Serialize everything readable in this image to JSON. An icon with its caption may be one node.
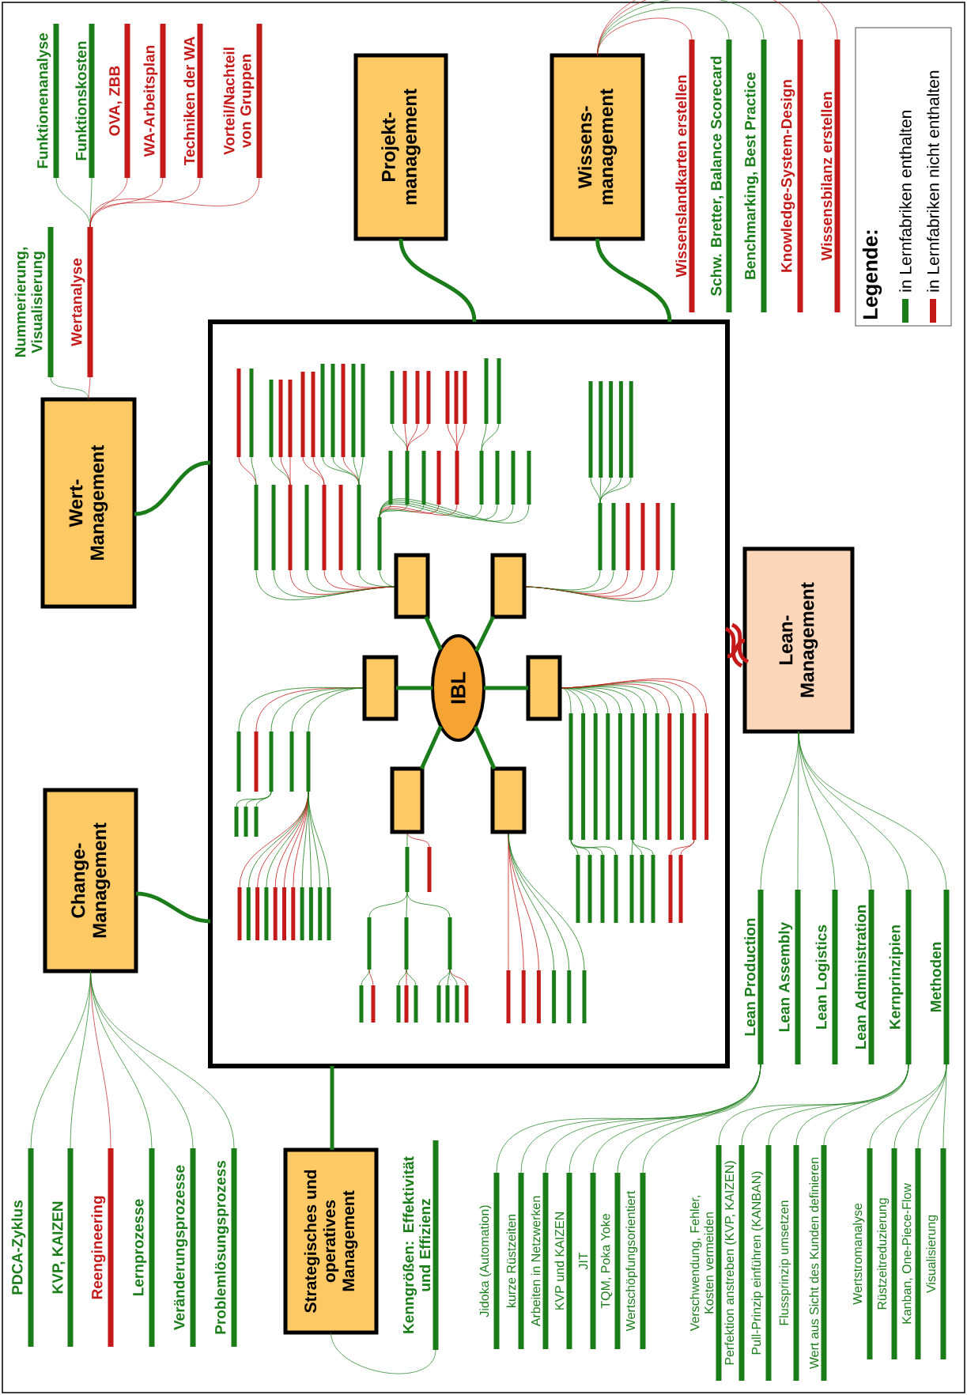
{
  "diagram": {
    "nodes": [
      {
        "text": [
          "Wert-Management"
        ]
      },
      {
        "text": [
          "Change-Management"
        ]
      },
      {
        "text": [
          "Projekt-management"
        ]
      },
      {
        "text": [
          "Wissens-management"
        ]
      },
      {
        "text": [],
        "shape": "box"
      },
      {
        "text": [
          "IBL"
        ],
        "in": 4
      },
      {
        "text": [],
        "shape": "box",
        "in": 4
      },
      {
        "text": [],
        "shape": "box",
        "in": 4
      },
      {
        "text": [],
        "shape": "box",
        "in": 4
      },
      {
        "text": [],
        "shape": "box",
        "in": 4
      },
      {
        "text": [],
        "shape": "box",
        "in": 4
      },
      {
        "text": [],
        "shape": "box",
        "in": 4
      },
      {
        "text": [
          "Strategisches und operatives Management"
        ]
      },
      {
        "text": [
          "Lean-Management"
        ]
      },
      {
        "text": [
          "Nummerierung, Visualisierung"
        ]
      },
      {
        "text": [
          "Wertanalyse"
        ]
      },
      {
        "text": [
          "Funktionenanalyse"
        ]
      },
      {
        "text": [
          "Funktionskosten"
        ]
      },
      {
        "text": [
          "OVA, ZBB"
        ]
      },
      {
        "text": [
          "WA-Arbeitsplan"
        ]
      },
      {
        "text": [
          "Techniken der WA"
        ]
      },
      {
        "text": [
          "Vorteil/Nachteil von Gruppen"
        ]
      },
      {
        "text": [
          "Wissenslandkarten erstellen"
        ]
      },
      {
        "text": [
          "Schw. Bretter, Balance Scorecard"
        ]
      },
      {
        "text": [
          "Benchmarking, Best Practice"
        ]
      },
      {
        "text": [
          "Knowledge-System-Design"
        ]
      },
      {
        "text": [
          "Wissensbilanz erstellen"
        ]
      },
      {
        "text": [
          "PDCA-Zyklus"
        ]
      },
      {
        "text": [
          "KVP, KAIZEN"
        ]
      },
      {
        "text": [
          "Reengineering"
        ]
      },
      {
        "text": [
          "Lernprozesse"
        ]
      },
      {
        "text": [
          "Veränderungsprozesse"
        ]
      },
      {
        "text": [
          "Problemlösungsprozess"
        ]
      },
      {
        "text": [
          "Kenngrößen: Effektivität und Effizienz"
        ]
      },
      {
        "text": [
          "Lean Production"
        ]
      },
      {
        "text": [
          "Lean Assembly"
        ]
      },
      {
        "text": [
          "Lean Logistics"
        ]
      },
      {
        "text": [
          "Lean Administration"
        ]
      },
      {
        "text": [
          "Kernprinzipien"
        ]
      },
      {
        "text": [
          "Methoden"
        ]
      },
      {
        "text": [
          "Jidoka (Automation)"
        ]
      },
      {
        "text": [
          "kurze Rüstzeiten"
        ]
      },
      {
        "text": [
          "Arbeiten in Netzwerken"
        ]
      },
      {
        "text": [
          "KVP und KAIZEN"
        ]
      },
      {
        "text": [
          "JIT"
        ]
      },
      {
        "text": [
          "TQM, Poka Yoke"
        ]
      },
      {
        "text": [
          "Wertschöpfungsorientiert"
        ]
      },
      {
        "text": [
          "Verschwendung, Fehler, Kosten vermeiden"
        ]
      },
      {
        "text": [
          "Perfektion anstreben (KVP, KAIZEN)"
        ]
      },
      {
        "text": [
          "Pull-Prinzip einführen (KANBAN)"
        ]
      },
      {
        "text": [
          "Flussprinzip umsetzen"
        ]
      },
      {
        "text": [
          "Wert aus Sicht des Kunden definieren"
        ]
      },
      {
        "text": [
          "Wertstromanalyse"
        ]
      },
      {
        "text": [
          "Rüstzeitreduzierung"
        ]
      },
      {
        "text": [
          "Kanban, One-Piece-Flow"
        ]
      },
      {
        "text": [
          "Visualisierung"
        ]
      }
    ],
    "edges": [
      {
        "from": 4,
        "to": 0,
        "arrow": "none",
        "style": "thick"
      },
      {
        "from": 4,
        "to": 1,
        "arrow": "none",
        "style": "thick"
      },
      {
        "from": 4,
        "to": 2,
        "arrow": "none",
        "style": "thick"
      },
      {
        "from": 4,
        "to": 3,
        "arrow": "none",
        "style": "thick"
      },
      {
        "from": 4,
        "to": 12,
        "arrow": "none",
        "style": "thick"
      },
      {
        "from": 4,
        "to": 13,
        "arrow": "none",
        "style": "thick",
        "color": "#c41a1a"
      },
      {
        "from": 5,
        "to": 6,
        "arrow": "none",
        "style": "thick"
      },
      {
        "from": 5,
        "to": 7,
        "arrow": "none",
        "style": "thick"
      },
      {
        "from": 5,
        "to": 8,
        "arrow": "none",
        "style": "thick"
      },
      {
        "from": 5,
        "to": 9,
        "arrow": "none",
        "style": "thick"
      },
      {
        "from": 5,
        "to": 10,
        "arrow": "none",
        "style": "thick"
      },
      {
        "from": 5,
        "to": 11,
        "arrow": "none",
        "style": "thick"
      },
      {
        "from": 0,
        "to": 14,
        "arrow": "none"
      },
      {
        "from": 0,
        "to": 15,
        "arrow": "none",
        "color": "#c41a1a"
      },
      {
        "from": 15,
        "to": 16,
        "arrow": "none"
      },
      {
        "from": 15,
        "to": 17,
        "arrow": "none"
      },
      {
        "from": 15,
        "to": 18,
        "arrow": "none",
        "color": "#c41a1a"
      },
      {
        "from": 15,
        "to": 19,
        "arrow": "none",
        "color": "#c41a1a"
      },
      {
        "from": 15,
        "to": 20,
        "arrow": "none",
        "color": "#c41a1a"
      },
      {
        "from": 15,
        "to": 21,
        "arrow": "none",
        "color": "#c41a1a"
      },
      {
        "from": 3,
        "to": 22,
        "arrow": "none",
        "color": "#c41a1a"
      },
      {
        "from": 3,
        "to": 23,
        "arrow": "none"
      },
      {
        "from": 3,
        "to": 24,
        "arrow": "none"
      },
      {
        "from": 3,
        "to": 25,
        "arrow": "none",
        "color": "#c41a1a"
      },
      {
        "from": 3,
        "to": 26,
        "arrow": "none",
        "color": "#c41a1a"
      },
      {
        "from": 1,
        "to": 27,
        "arrow": "none"
      },
      {
        "from": 1,
        "to": 28,
        "arrow": "none"
      },
      {
        "from": 1,
        "to": 29,
        "arrow": "none",
        "color": "#c41a1a"
      },
      {
        "from": 1,
        "to": 30,
        "arrow": "none"
      },
      {
        "from": 1,
        "to": 31,
        "arrow": "none"
      },
      {
        "from": 1,
        "to": 32,
        "arrow": "none"
      },
      {
        "from": 12,
        "to": 33,
        "arrow": "none"
      },
      {
        "from": 13,
        "to": 34,
        "arrow": "none"
      },
      {
        "from": 13,
        "to": 35,
        "arrow": "none"
      },
      {
        "from": 13,
        "to": 36,
        "arrow": "none"
      },
      {
        "from": 13,
        "to": 37,
        "arrow": "none"
      },
      {
        "from": 13,
        "to": 38,
        "arrow": "none"
      },
      {
        "from": 13,
        "to": 39,
        "arrow": "none"
      },
      {
        "from": 34,
        "to": 40,
        "arrow": "none"
      },
      {
        "from": 34,
        "to": 41,
        "arrow": "none"
      },
      {
        "from": 34,
        "to": 42,
        "arrow": "none"
      },
      {
        "from": 34,
        "to": 43,
        "arrow": "none"
      },
      {
        "from": 34,
        "to": 44,
        "arrow": "none"
      },
      {
        "from": 34,
        "to": 45,
        "arrow": "none"
      },
      {
        "from": 34,
        "to": 46,
        "arrow": "none"
      },
      {
        "from": 38,
        "to": 47,
        "arrow": "none"
      },
      {
        "from": 38,
        "to": 48,
        "arrow": "none"
      },
      {
        "from": 38,
        "to": 49,
        "arrow": "none"
      },
      {
        "from": 38,
        "to": 50,
        "arrow": "none"
      },
      {
        "from": 38,
        "to": 51,
        "arrow": "none"
      },
      {
        "from": 39,
        "to": 52,
        "arrow": "none"
      },
      {
        "from": 39,
        "to": 53,
        "arrow": "none"
      },
      {
        "from": 39,
        "to": 54,
        "arrow": "none"
      },
      {
        "from": 39,
        "to": 55,
        "arrow": "none"
      }
    ],
    "labels": [
      "Legende:"
    ],
    "legend": [
      {
        "text": "in Lernfabriken enthalten",
        "color": "#1a7d1a"
      },
      {
        "text": "in Lernfabriken nicht enthalten",
        "color": "#c41a1a"
      }
    ]
  }
}
